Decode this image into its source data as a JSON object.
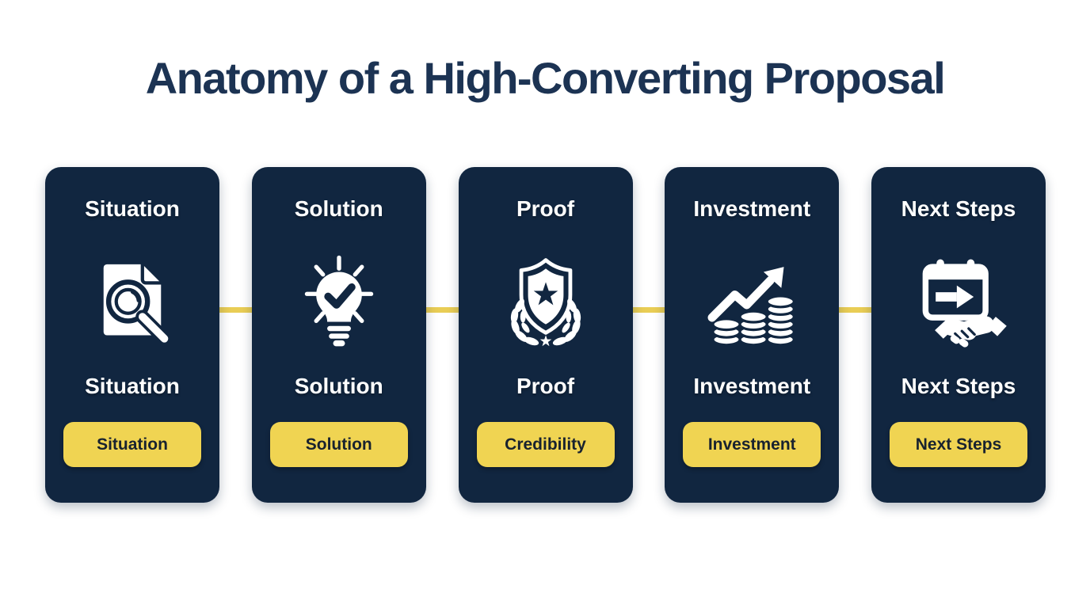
{
  "title": "Anatomy of a High-Converting Proposal",
  "colors": {
    "navy": "#112640",
    "titleNavy": "#1c3353",
    "yellow": "#f0d452",
    "connectorYellow": "#e9cd55",
    "badgeText": "#18222f",
    "white": "#ffffff"
  },
  "cards": [
    {
      "title": "Situation",
      "icon": "document-magnifier-icon",
      "label": "Situation",
      "badge": "Situation"
    },
    {
      "title": "Solution",
      "icon": "lightbulb-check-icon",
      "label": "Solution",
      "badge": "Solution"
    },
    {
      "title": "Proof",
      "icon": "shield-star-laurel-icon",
      "label": "Proof",
      "badge": "Credibility"
    },
    {
      "title": "Investment",
      "icon": "coins-growth-arrow-icon",
      "label": "Investment",
      "badge": "Investment"
    },
    {
      "title": "Next Steps",
      "icon": "calendar-arrow-handshake-icon",
      "label": "Next Steps",
      "badge": "Next Steps"
    }
  ]
}
